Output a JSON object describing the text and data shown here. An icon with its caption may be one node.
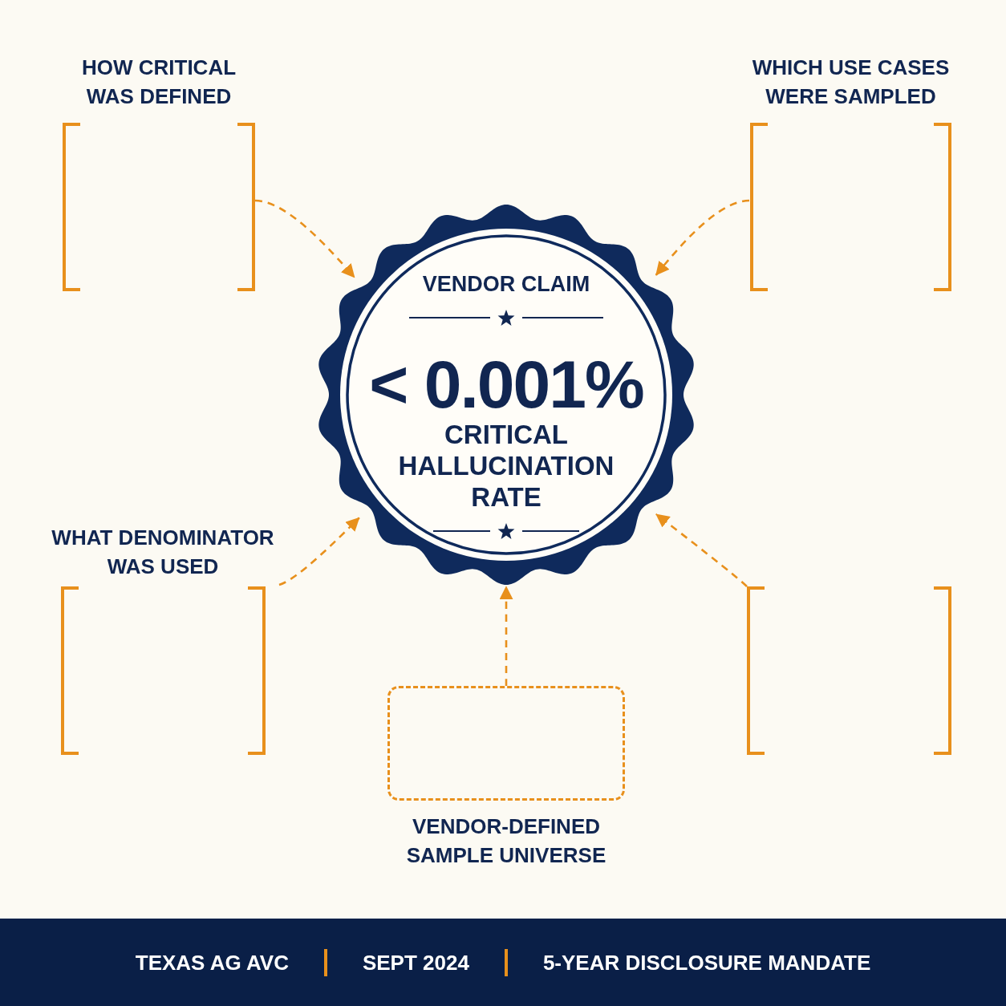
{
  "diagram": {
    "nodes": [
      {
        "text": [
          "VENDOR CLAIM",
          "< 0.001%",
          "CRITICAL HALLUCINATION RATE"
        ]
      },
      {
        "text": [
          "HOW CRITICAL WAS DEFINED"
        ]
      },
      {
        "text": [
          "WHICH USE CASES WERE SAMPLED"
        ]
      },
      {
        "text": [
          "WHAT DENOMINATOR WAS USED"
        ]
      },
      {
        "text": [],
        "shape": "bracket"
      },
      {
        "text": [
          "VENDOR-DEFINED SAMPLE UNIVERSE"
        ]
      }
    ],
    "edges": [
      {
        "from": 1,
        "to": 0,
        "arrow": "to",
        "style": "dashed"
      },
      {
        "from": 2,
        "to": 0,
        "arrow": "to",
        "style": "dashed"
      },
      {
        "from": 3,
        "to": 0,
        "arrow": "to",
        "style": "dashed"
      },
      {
        "from": 4,
        "to": 0,
        "arrow": "to",
        "style": "dashed"
      },
      {
        "from": 5,
        "to": 0,
        "arrow": "to",
        "style": "dashed"
      }
    ],
    "labels": [
      "TEXAS AG AVC",
      "SEPT 2024",
      "5-YEAR DISCLOSURE MANDATE"
    ]
  }
}
